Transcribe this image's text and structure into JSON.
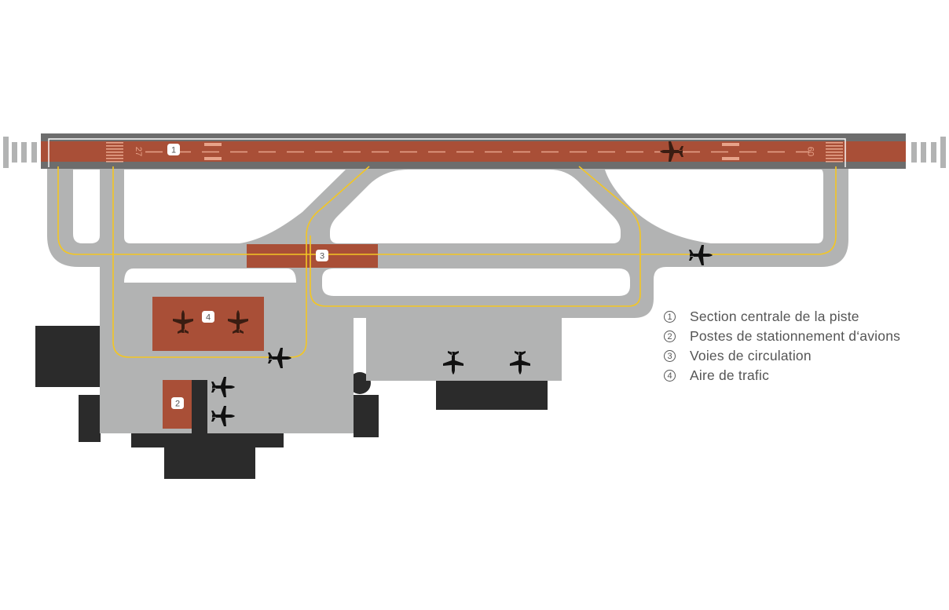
{
  "colors": {
    "pavement": "#b2b3b3",
    "runway_edge": "#6d6d6d",
    "highlight": "#a94f37",
    "taxi_line": "#f3c623",
    "building": "#2b2b2b",
    "aircraft": "#111111",
    "aircraft_on_runway": "#3a1d12",
    "marking": "#e7a38a"
  },
  "runway": {
    "designator_west": "27",
    "designator_east": "09"
  },
  "markers": [
    {
      "num": "1",
      "target": "runway"
    },
    {
      "num": "2",
      "target": "stands"
    },
    {
      "num": "3",
      "target": "taxiway"
    },
    {
      "num": "4",
      "target": "apron"
    }
  ],
  "legend": [
    {
      "num": "1",
      "label": "Section centrale de la piste"
    },
    {
      "num": "2",
      "label": "Postes de stationnement d‘avions"
    },
    {
      "num": "3",
      "label": "Voies de circulation"
    },
    {
      "num": "4",
      "label": "Aire de trafic"
    }
  ],
  "icons": {
    "aircraft": "airplane-icon",
    "marker": "numbered-circle"
  }
}
